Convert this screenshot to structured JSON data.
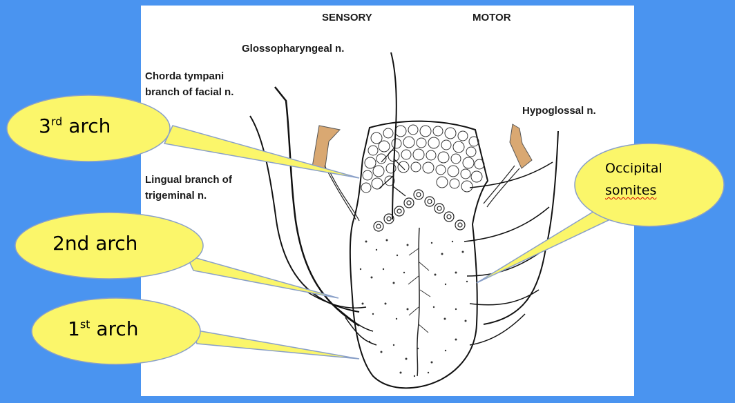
{
  "headers": {
    "sensory": "SENSORY",
    "motor": "MOTOR"
  },
  "nerve_labels": {
    "glossopharyngeal": "Glossopharyngeal n.",
    "chorda_line1": "Chorda tympani",
    "chorda_line2": "branch of facial n.",
    "hypoglossal": "Hypoglossal n.",
    "lingual_line1": "Lingual branch of",
    "lingual_line2": "trigeminal n."
  },
  "callouts": {
    "third_arch": {
      "number": "3",
      "suffix": "rd",
      "word": "arch"
    },
    "second_arch": {
      "text": "2nd arch"
    },
    "first_arch": {
      "number": "1",
      "suffix": "st",
      "word": "arch"
    },
    "occipital": {
      "line1": "Occipital",
      "line2": "somites"
    }
  },
  "colors": {
    "background": "#4a94f0",
    "panel": "#ffffff",
    "bubble_fill": "#fbf66a",
    "bubble_stroke": "#8aa0c8",
    "cartilage": "#d9a872",
    "ink": "#1a1a1a"
  }
}
